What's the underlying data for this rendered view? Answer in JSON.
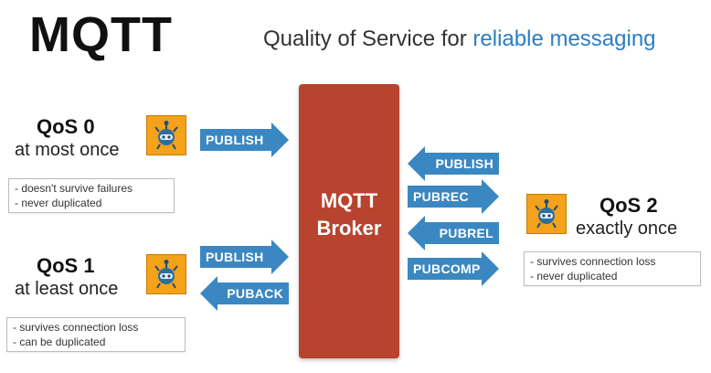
{
  "title": "MQTT",
  "subtitle": {
    "prefix": "Quality of Service for ",
    "highlight": "reliable messaging"
  },
  "broker": {
    "line1": "MQTT",
    "line2": "Broker"
  },
  "qos0": {
    "name": "QoS 0",
    "desc": "at most once",
    "notes": [
      "- doesn't survive failures",
      "- never duplicated"
    ],
    "arrows": [
      "PUBLISH"
    ]
  },
  "qos1": {
    "name": "QoS 1",
    "desc": "at least once",
    "notes": [
      "- survives connection loss",
      "- can be duplicated"
    ],
    "arrows": [
      "PUBLISH",
      "PUBACK"
    ]
  },
  "qos2": {
    "name": "QoS 2",
    "desc": "exactly once",
    "notes": [
      "- survives connection loss",
      "- never duplicated"
    ],
    "arrows": [
      "PUBLISH",
      "PUBREC",
      "PUBREL",
      "PUBCOMP"
    ]
  },
  "icons": {
    "client": "robot-icon"
  },
  "colors": {
    "arrow": "#3a87c2",
    "broker": "#b8432e",
    "accent": "#2b7ec4",
    "icon": "#f4a21a"
  }
}
